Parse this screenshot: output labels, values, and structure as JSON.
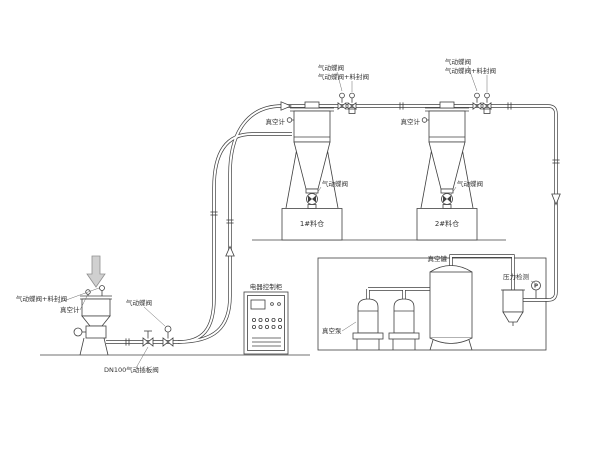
{
  "diagram": {
    "cyclone1": {
      "valve_label_1": "气动蝶阀",
      "valve_label_2": "气动蝶阀+料封阀",
      "vacuum_gauge_label": "真空计",
      "discharge_valve_label": "气动蝶阀",
      "bin_label": "1#料仓"
    },
    "cyclone2": {
      "valve_label_1": "气动蝶阀",
      "valve_label_2": "气动蝶阀+料封阀",
      "vacuum_gauge_label": "真空计",
      "discharge_valve_label": "气动蝶阀",
      "bin_label": "2#料仓"
    },
    "feeder": {
      "seal_valve_label": "气动蝶阀+料封阀",
      "vacuum_gauge_label": "真空计",
      "line_valve_label": "气动蝶阀",
      "gate_valve_label": "DN100气动插板阀"
    },
    "control_cabinet": {
      "label": "电器控制柜"
    },
    "pump_station": {
      "pump_label": "真空泵",
      "tank_label": "真空罐",
      "pressure_label": "压力检测",
      "gauge_letter": "P"
    },
    "colors": {
      "line": "#404040",
      "background": "#ffffff",
      "arrow_fill": "#d0d0d0"
    }
  }
}
